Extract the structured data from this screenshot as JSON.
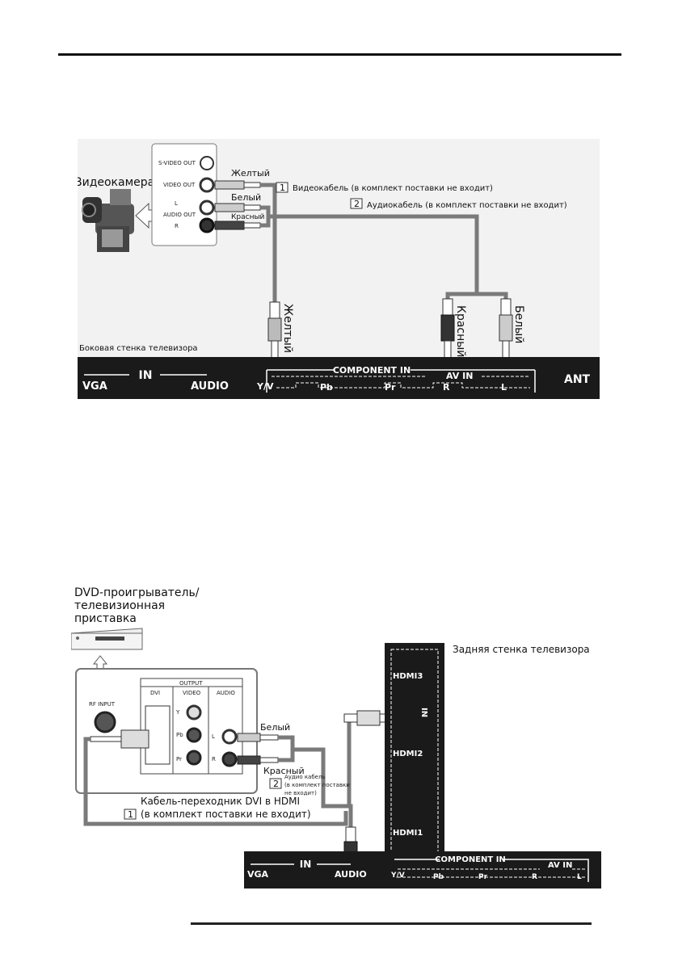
{
  "figure1": {
    "camcorder_label": "Видеокамера",
    "jacks": {
      "svideo": "S-VIDEO OUT",
      "video": "VIDEO OUT",
      "audio": "AUDIO OUT",
      "l": "L",
      "r": "R"
    },
    "wire_yellow": "Желтый",
    "wire_white": "Белый",
    "wire_red": "Красный",
    "cable1_num": "1",
    "cable1_text": "Видеокабель (в комплект поставки не входит)",
    "cable2_num": "2",
    "cable2_text": "Аудиокабель (в комплект поставки не входит)",
    "plug_yellow": "Желтый",
    "plug_red": "Красный",
    "plug_white": "Белый",
    "side_wall": "Боковая стенка телевизора",
    "panel": {
      "in": "IN",
      "vga": "VGA",
      "audio": "AUDIO",
      "component_in": "COMPONENT IN",
      "av_in": "AV IN",
      "yv": "Y/V",
      "pb": "Pb",
      "pr": "Pr",
      "r": "R",
      "l": "L",
      "ant": "ANT"
    }
  },
  "figure2": {
    "dvd_label_1": "DVD-проигрыватель/",
    "dvd_label_2": "телевизионная",
    "dvd_label_3": "приставка",
    "rear_wall": "Задняя стенка телевизора",
    "box": {
      "output": "OUTPUT",
      "rf_input": "RF INPUT",
      "dvi": "DVI",
      "video": "VIDEO",
      "audio": "AUDIO",
      "y": "Y",
      "pb": "Pb",
      "pr": "Pr",
      "l": "L",
      "r": "R"
    },
    "wire_white": "Белый",
    "wire_red": "Красный",
    "cable2_num": "2",
    "audio_cable_1": "Аудио кабель",
    "audio_cable_2": "(в комплект поставки",
    "audio_cable_3": "не входит)",
    "cable1_num": "1",
    "adapter_1": "Кабель-переходник DVI в HDMI",
    "adapter_2": "(в комплект поставки не входит)",
    "hdmi3": "HDMI3",
    "hdmi2": "HDMI2",
    "hdmi1": "HDMI1",
    "in_vertical": "IN",
    "panel": {
      "in": "IN",
      "vga": "VGA",
      "audio": "AUDIO",
      "component_in": "COMPONENT IN",
      "av_in": "AV IN",
      "yv": "Y/V",
      "pb": "Pb",
      "pr": "Pr",
      "r": "R",
      "l": "L"
    }
  }
}
